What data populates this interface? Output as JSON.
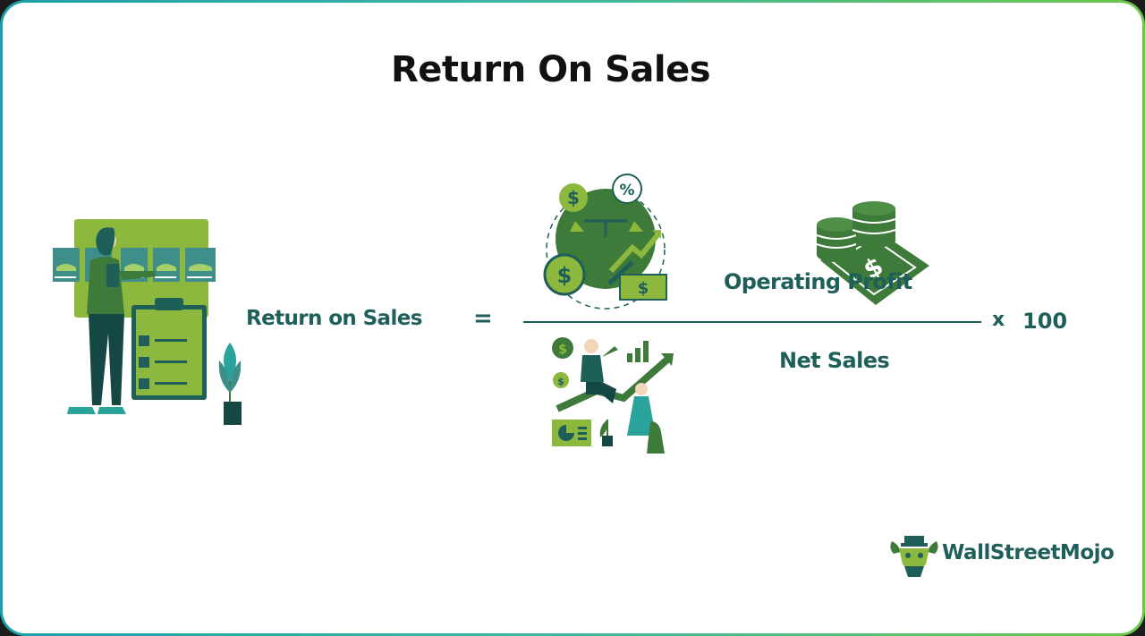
{
  "title": "Return On Sales",
  "formula": {
    "lhs": "Return on Sales",
    "equals": "=",
    "numerator": "Operating Profit",
    "denominator": "Net Sales",
    "times": "x",
    "multiplier": "100"
  },
  "brand": {
    "name": "WallStreetMojo"
  },
  "colors": {
    "dark_green": "#1f5f5a",
    "mid_green": "#3e7a3a",
    "light_green": "#8cb83e",
    "teal": "#1aa0a8"
  }
}
